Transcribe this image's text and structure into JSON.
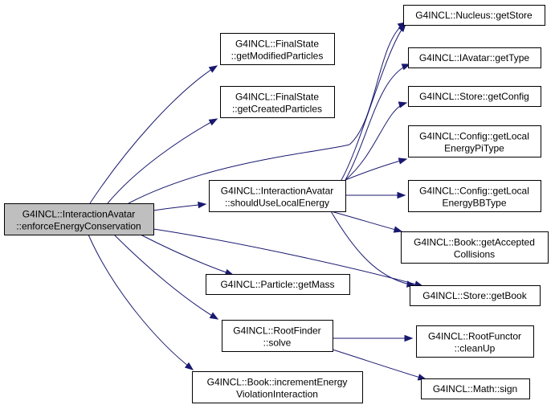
{
  "graph": {
    "colors": {
      "edge": "#191970",
      "root_fill": "#bfbfbf",
      "node_fill": "#ffffff",
      "border": "#000000"
    },
    "nodes": [
      {
        "id": "root",
        "line1": "G4INCL::InteractionAvatar",
        "line2": "::enforceEnergyConservation",
        "highlighted": true
      },
      {
        "id": "getModified",
        "line1": "G4INCL::FinalState",
        "line2": "::getModifiedParticles"
      },
      {
        "id": "getCreated",
        "line1": "G4INCL::FinalState",
        "line2": "::getCreatedParticles"
      },
      {
        "id": "shouldUse",
        "line1": "G4INCL::InteractionAvatar",
        "line2": "::shouldUseLocalEnergy"
      },
      {
        "id": "getMass",
        "line1": "G4INCL::Particle::getMass",
        "line2": ""
      },
      {
        "id": "solve",
        "line1": "G4INCL::RootFinder",
        "line2": "::solve"
      },
      {
        "id": "incrementEnergy",
        "line1": "G4INCL::Book::incrementEnergy",
        "line2": "ViolationInteraction"
      },
      {
        "id": "nucleusGetStore",
        "line1": "G4INCL::Nucleus::getStore",
        "line2": ""
      },
      {
        "id": "getType",
        "line1": "G4INCL::IAvatar::getType",
        "line2": ""
      },
      {
        "id": "getConfig",
        "line1": "G4INCL::Store::getConfig",
        "line2": ""
      },
      {
        "id": "getLocalPi",
        "line1": "G4INCL::Config::getLocal",
        "line2": "EnergyPiType"
      },
      {
        "id": "getLocalBB",
        "line1": "G4INCL::Config::getLocal",
        "line2": "EnergyBBType"
      },
      {
        "id": "getAccepted",
        "line1": "G4INCL::Book::getAccepted",
        "line2": "Collisions"
      },
      {
        "id": "getBook",
        "line1": "G4INCL::Store::getBook",
        "line2": ""
      },
      {
        "id": "cleanUp",
        "line1": "G4INCL::RootFunctor",
        "line2": "::cleanUp"
      },
      {
        "id": "sign",
        "line1": "G4INCL::Math::sign",
        "line2": ""
      }
    ],
    "edges": [
      {
        "from": "root",
        "to": "getModified"
      },
      {
        "from": "root",
        "to": "getCreated"
      },
      {
        "from": "root",
        "to": "nucleusGetStore"
      },
      {
        "from": "root",
        "to": "shouldUse"
      },
      {
        "from": "root",
        "to": "getBook"
      },
      {
        "from": "root",
        "to": "getMass"
      },
      {
        "from": "root",
        "to": "solve"
      },
      {
        "from": "root",
        "to": "incrementEnergy"
      },
      {
        "from": "shouldUse",
        "to": "nucleusGetStore"
      },
      {
        "from": "shouldUse",
        "to": "getType"
      },
      {
        "from": "shouldUse",
        "to": "getConfig"
      },
      {
        "from": "shouldUse",
        "to": "getLocalPi"
      },
      {
        "from": "shouldUse",
        "to": "getLocalBB"
      },
      {
        "from": "shouldUse",
        "to": "getAccepted"
      },
      {
        "from": "shouldUse",
        "to": "getBook"
      },
      {
        "from": "solve",
        "to": "cleanUp"
      },
      {
        "from": "solve",
        "to": "sign"
      }
    ]
  }
}
